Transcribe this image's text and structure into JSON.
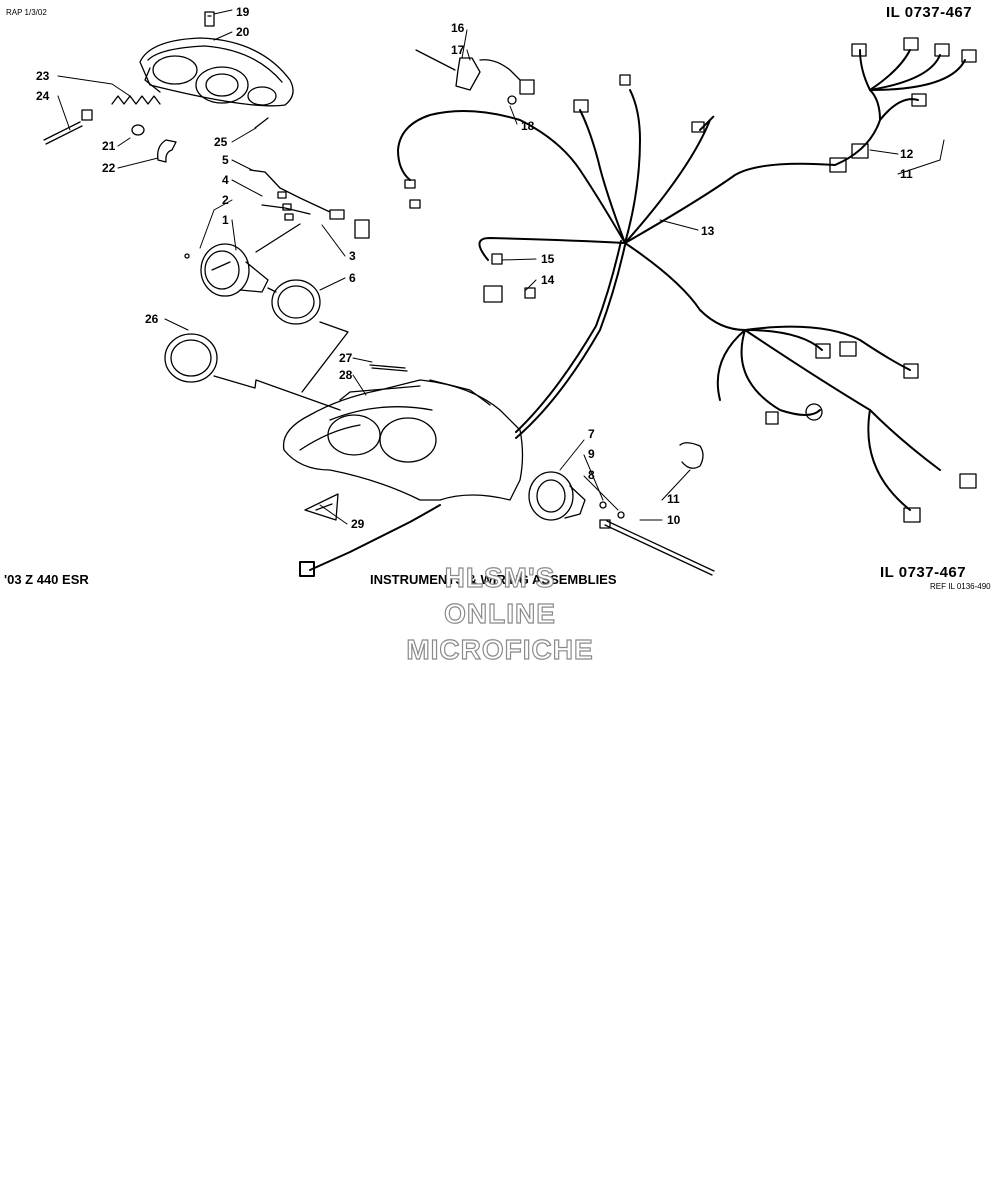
{
  "header": {
    "date_stamp": "RAP 1/3/02",
    "illustration_code_top": "IL 0737-467"
  },
  "footer": {
    "model": "'03 Z 440 ESR",
    "title": "INSTRUMENTS & WIRING ASSEMBLIES",
    "illustration_code_bottom": "IL 0737-467",
    "reference": "REF IL 0136-490"
  },
  "watermark": {
    "line1": "HLSM'S",
    "line2": "ONLINE",
    "line3": "MICROFICHE"
  },
  "callouts": {
    "c1": "1",
    "c2": "2",
    "c3": "3",
    "c4": "4",
    "c5": "5",
    "c6": "6",
    "c7": "7",
    "c8": "8",
    "c9": "9",
    "c10": "10",
    "c11a": "11",
    "c11b": "11",
    "c12": "12",
    "c13": "13",
    "c14": "14",
    "c15": "15",
    "c16": "16",
    "c17": "17",
    "c18": "18",
    "c19": "19",
    "c20": "20",
    "c21": "21",
    "c22": "22",
    "c23": "23",
    "c24": "24",
    "c25": "25",
    "c26": "26",
    "c27": "27",
    "c28": "28",
    "c29": "29"
  }
}
